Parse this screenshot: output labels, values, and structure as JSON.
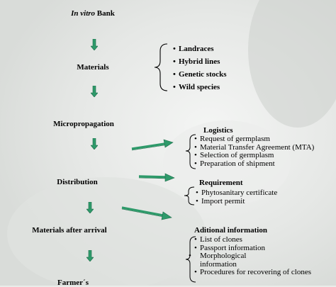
{
  "nodes": [
    {
      "id": "bank",
      "emph": "In vitro",
      "rest": " Bank"
    },
    {
      "id": "materials",
      "label": "Materials"
    },
    {
      "id": "micro",
      "label": "Micropropagation"
    },
    {
      "id": "distribution",
      "label": "Distribution"
    },
    {
      "id": "arrival",
      "label": "Materials after arrival"
    },
    {
      "id": "farmer",
      "label": "Farmer´s"
    }
  ],
  "materials_list": [
    "Landraces",
    "Hybrid lines",
    "Genetic stocks",
    "Wild species"
  ],
  "logistics": {
    "title": "Logistics",
    "items": [
      "Request of germplasm",
      "Material Transfer Agreement (MTA)",
      "Selection of germplasm",
      "Preparation of shipment"
    ]
  },
  "requirement": {
    "title": "Requirement",
    "items": [
      "Phytosanitary certificate",
      "Import permit"
    ]
  },
  "additional": {
    "title": "Aditional information",
    "items": [
      "List of clones",
      "Passport information",
      "Morphological information",
      "Procedures for recovering of clones"
    ]
  },
  "colors": {
    "arrow": "#2e9a6a",
    "arrow_dark": "#1d6b49"
  }
}
